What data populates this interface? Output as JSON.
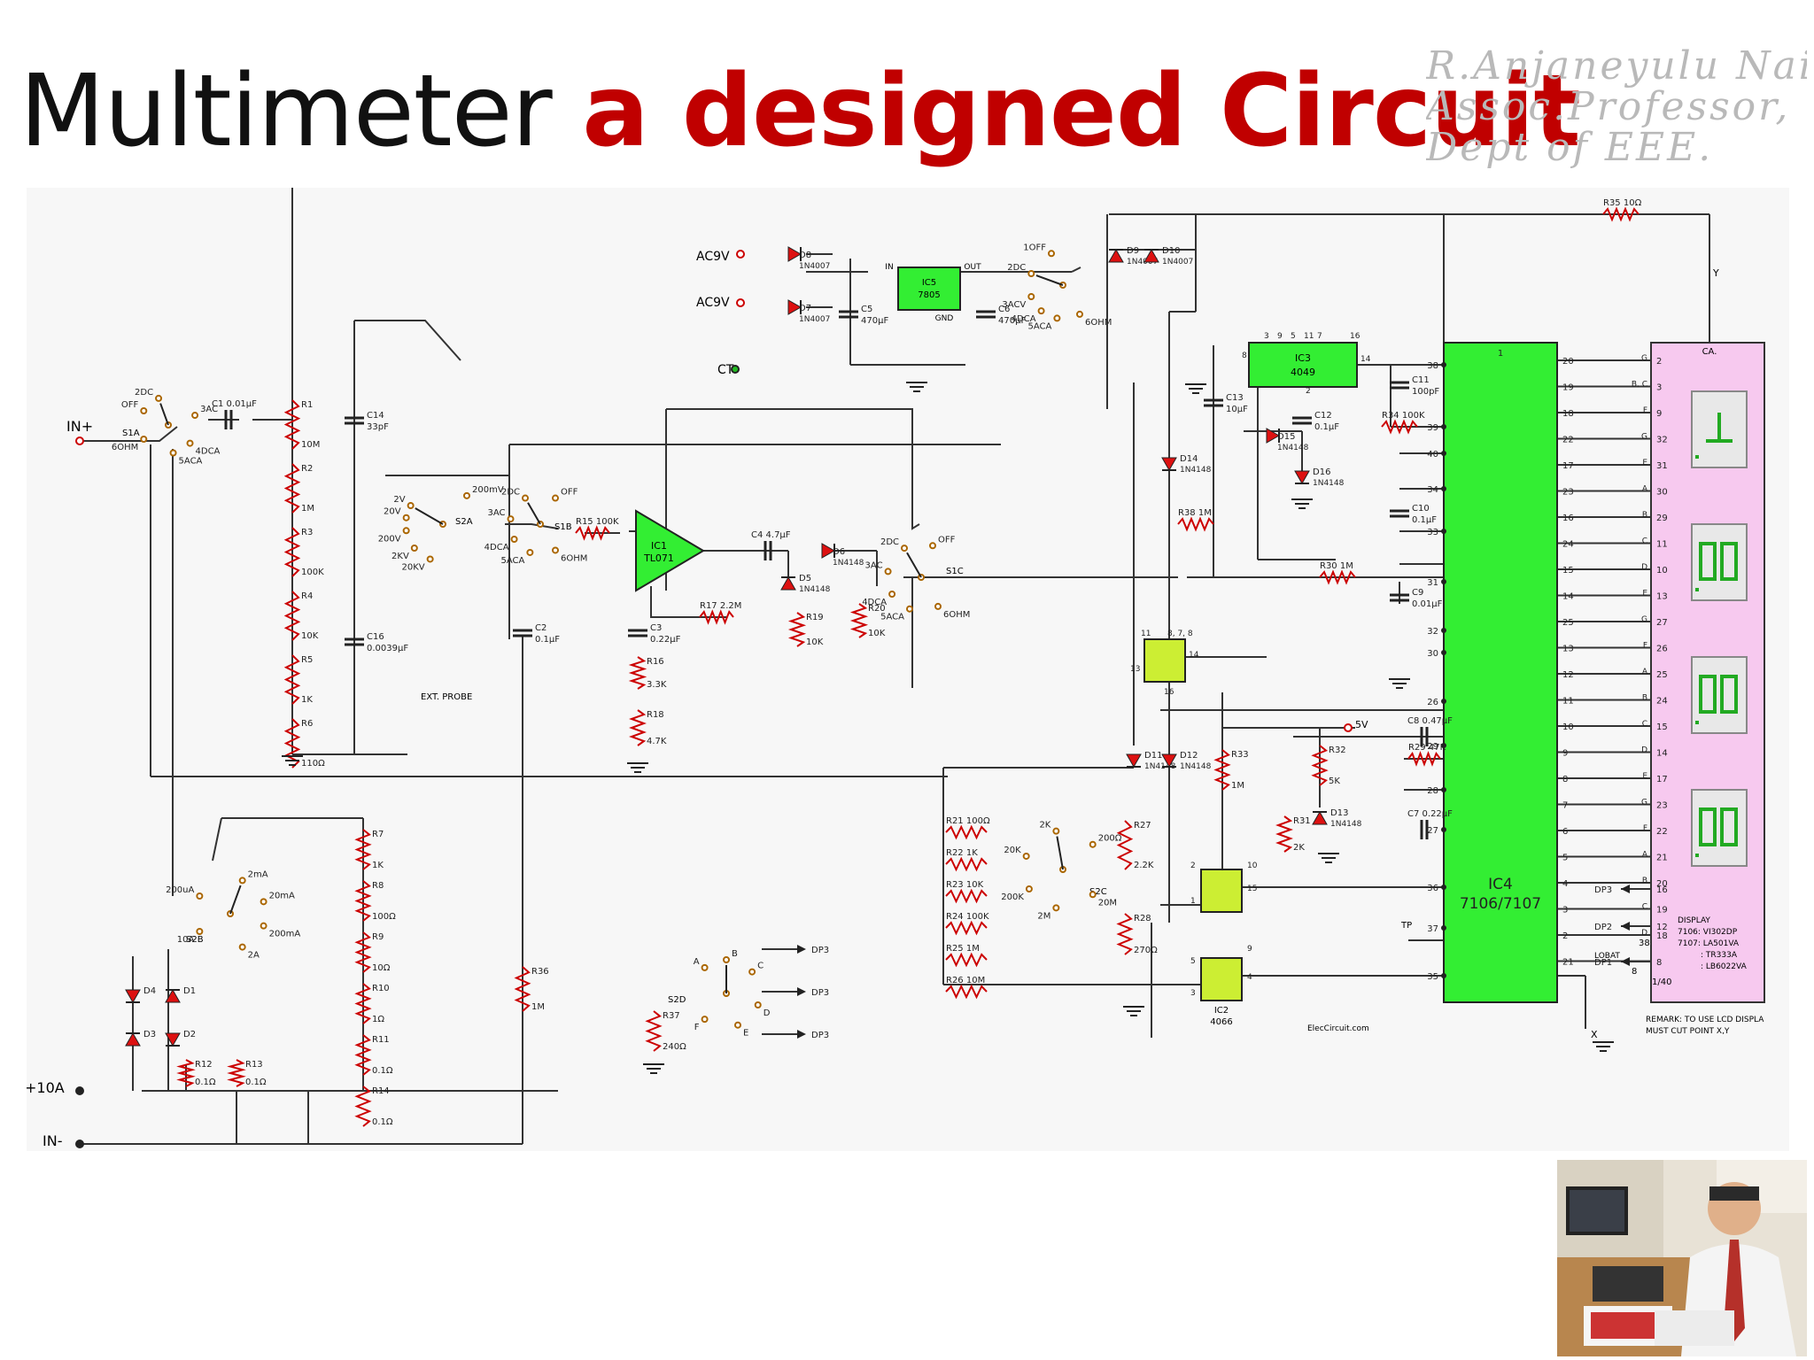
{
  "slide": {
    "title_plain": "Multimeter",
    "title_emphasis": "a designed Circuit",
    "author_lines": [
      "R.Anjaneyulu Naik,",
      "Assoc.Professor,",
      "Dept of EEE."
    ]
  },
  "schematic": {
    "inputs": {
      "in_plus": "IN+",
      "in_minus": "IN-",
      "ten_a": "+10A",
      "ac9v_1": "AC9V",
      "ac9v_2": "AC9V",
      "ct": "CT",
      "five_v": "5V",
      "ext_probe": "EXT. PROBE"
    },
    "switch_s1": {
      "s1a": "S1A",
      "s1b": "S1B",
      "s1c": "S1C",
      "a_labels": [
        "OFF",
        "2DC",
        "3AC",
        "4DCA",
        "5ACA",
        "6OHM"
      ],
      "b_labels": [
        "OFF",
        "2DC",
        "3AC",
        "4DCA",
        "5ACA",
        "6OHM"
      ],
      "c_labels": [
        "OFF",
        "2DC",
        "3AC",
        "4DCA",
        "5ACA",
        "6OHM"
      ],
      "top_labels": [
        "1OFF",
        "2DC",
        "3ACV",
        "4DCA",
        "5ACA",
        "6OHM"
      ]
    },
    "switch_s2": {
      "s2a": "S2A",
      "s2b": "S2B",
      "s2c": "S2C",
      "s2d": "S2D",
      "a_ranges": [
        "200mV",
        "2V",
        "20V",
        "200V",
        "2KV",
        "20KV"
      ],
      "b_ranges": [
        "200uA",
        "2mA",
        "20mA",
        "200mA",
        "2A",
        "10A"
      ],
      "c_ranges": [
        "200Ω",
        "2K",
        "20K",
        "200K",
        "2M",
        "20M"
      ],
      "d_labels": [
        "A",
        "B",
        "C",
        "D",
        "E",
        "F"
      ],
      "dp_outputs": [
        "DP3",
        "DP3",
        "DP3"
      ]
    },
    "resistor_divider": [
      {
        "name": "R1",
        "value": "10M"
      },
      {
        "name": "R2",
        "value": "1M"
      },
      {
        "name": "R3",
        "value": "100K"
      },
      {
        "name": "R4",
        "value": "10K"
      },
      {
        "name": "R5",
        "value": "1K"
      },
      {
        "name": "R6",
        "value": "110Ω"
      }
    ],
    "shunts": [
      {
        "name": "R7",
        "value": "1K"
      },
      {
        "name": "R8",
        "value": "100Ω"
      },
      {
        "name": "R9",
        "value": "10Ω"
      },
      {
        "name": "R10",
        "value": "1Ω"
      },
      {
        "name": "R11",
        "value": "0.1Ω"
      },
      {
        "name": "R14",
        "value": "0.1Ω"
      },
      {
        "name": "R12",
        "value": "0.1Ω"
      },
      {
        "name": "R13",
        "value": "0.1Ω"
      }
    ],
    "ohm_refs": [
      {
        "name": "R21",
        "value": "100Ω"
      },
      {
        "name": "R22",
        "value": "1K"
      },
      {
        "name": "R23",
        "value": "10K"
      },
      {
        "name": "R24",
        "value": "100K"
      },
      {
        "name": "R25",
        "value": "1M"
      },
      {
        "name": "R26",
        "value": "10M"
      }
    ],
    "misc_resistors": [
      {
        "name": "R15",
        "value": "100K"
      },
      {
        "name": "R16",
        "value": "3.3K"
      },
      {
        "name": "R17",
        "value": "2.2M"
      },
      {
        "name": "R18",
        "value": "4.7K"
      },
      {
        "name": "R19",
        "value": "10K"
      },
      {
        "name": "R20",
        "value": "10K"
      },
      {
        "name": "R27",
        "value": "2.2K"
      },
      {
        "name": "R28",
        "value": "270Ω"
      },
      {
        "name": "R29",
        "value": "47K"
      },
      {
        "name": "R30",
        "value": "1M"
      },
      {
        "name": "R31",
        "value": "2K"
      },
      {
        "name": "R32",
        "value": "5K"
      },
      {
        "name": "R33",
        "value": "1M"
      },
      {
        "name": "R34",
        "value": "100K"
      },
      {
        "name": "R35",
        "value": "10Ω"
      },
      {
        "name": "R36",
        "value": "1M"
      },
      {
        "name": "R37",
        "value": "240Ω"
      },
      {
        "name": "R38",
        "value": "1M"
      }
    ],
    "capacitors": [
      {
        "name": "C1",
        "value": "0.01μF"
      },
      {
        "name": "C2",
        "value": "0.1μF"
      },
      {
        "name": "C3",
        "value": "0.22μF"
      },
      {
        "name": "C4",
        "value": "4.7μF"
      },
      {
        "name": "C5",
        "value": "470μF"
      },
      {
        "name": "C6",
        "value": "470μF"
      },
      {
        "name": "C7",
        "value": "0.22μF"
      },
      {
        "name": "C8",
        "value": "0.47μF"
      },
      {
        "name": "C9",
        "value": "0.01μF"
      },
      {
        "name": "C10",
        "value": "0.1μF"
      },
      {
        "name": "C11",
        "value": "100pF"
      },
      {
        "name": "C12",
        "value": "0.1μF"
      },
      {
        "name": "C13",
        "value": "10μF"
      },
      {
        "name": "C14",
        "value": "33pF"
      },
      {
        "name": "C16",
        "value": "0.0039μF"
      }
    ],
    "diodes": [
      {
        "name": "D1",
        "value": ""
      },
      {
        "name": "D2",
        "value": ""
      },
      {
        "name": "D3",
        "value": ""
      },
      {
        "name": "D4",
        "value": ""
      },
      {
        "name": "D5",
        "value": "1N4148"
      },
      {
        "name": "D6",
        "value": "1N4148"
      },
      {
        "name": "D7",
        "value": "1N4007"
      },
      {
        "name": "D8",
        "value": "1N4007"
      },
      {
        "name": "D9",
        "value": "1N4007"
      },
      {
        "name": "D10",
        "value": "1N4007"
      },
      {
        "name": "D11",
        "value": "1N4148"
      },
      {
        "name": "D12",
        "value": "1N4148"
      },
      {
        "name": "D13",
        "value": "1N4148"
      },
      {
        "name": "D14",
        "value": "1N4148"
      },
      {
        "name": "D15",
        "value": "1N4148"
      },
      {
        "name": "D16",
        "value": "1N4148"
      }
    ],
    "ics": {
      "ic1": {
        "ref": "IC1",
        "part": "TL071"
      },
      "ic2": {
        "ref": "IC2",
        "part": "4066"
      },
      "ic3": {
        "ref": "IC3",
        "part": "4049"
      },
      "ic4": {
        "ref": "IC4",
        "part": "7106/7107"
      },
      "ic5": {
        "ref": "IC5",
        "part": "7805",
        "pin_in": "IN",
        "pin_out": "OUT",
        "pin_gnd": "GND"
      }
    },
    "ic4_left_pins": [
      "38",
      "39",
      "40",
      "34",
      "33",
      "31",
      "32",
      "30",
      "26",
      "29",
      "28",
      "27",
      "36",
      "37",
      "35"
    ],
    "ic4_right_pins": [
      "20",
      "19",
      "18",
      "22",
      "17",
      "23",
      "16",
      "24",
      "15",
      "14",
      "25",
      "13",
      "12",
      "11",
      "10",
      "9",
      "8",
      "7",
      "6",
      "5",
      "4",
      "3",
      "2",
      "21"
    ],
    "ic4_top_pin": "1",
    "display": {
      "label": "CA.",
      "segment_letters": [
        "G",
        "B, C",
        "F",
        "G",
        "E",
        "A",
        "B",
        "C",
        "D",
        "E",
        "G",
        "F",
        "A",
        "B",
        "C",
        "D",
        "E",
        "G",
        "F",
        "A",
        "B",
        "C",
        "D"
      ],
      "pin_numbers": [
        "2",
        "3",
        "9",
        "32",
        "31",
        "30",
        "29",
        "11",
        "10",
        "13",
        "27",
        "26",
        "25",
        "24",
        "15",
        "14",
        "17",
        "23",
        "22",
        "21",
        "20",
        "19",
        "18"
      ],
      "dp_labels": [
        "DP3",
        "DP2",
        "DP1"
      ],
      "dp_pins": [
        "16",
        "12",
        "8"
      ],
      "lobat": "LOBAT",
      "lobat_pin": "38",
      "bottom_pin": "1/40",
      "bottom_pin_number": "8",
      "info": [
        "DISPLAY",
        "7106: VI302DP",
        "7107: LA501VA",
        ": TR333A",
        ": LB6022VA"
      ],
      "remark": [
        "REMARK: TO USE LCD DISPLA",
        "MUST CUT POINT X,Y"
      ]
    },
    "ic2_pins": [
      "11",
      "8, 7, 8",
      "13",
      "14",
      "16",
      "2",
      "10",
      "1",
      "15",
      "9",
      "5",
      "4",
      "3"
    ],
    "ic3_pins": [
      "3",
      "9",
      "5",
      "11",
      "7",
      "8",
      "16",
      "14",
      "2"
    ],
    "points": {
      "x": "X",
      "y": "Y",
      "tp": "TP"
    },
    "credit": "ElecCircuit.com"
  },
  "photo": {
    "alt": "presenter-photo"
  }
}
